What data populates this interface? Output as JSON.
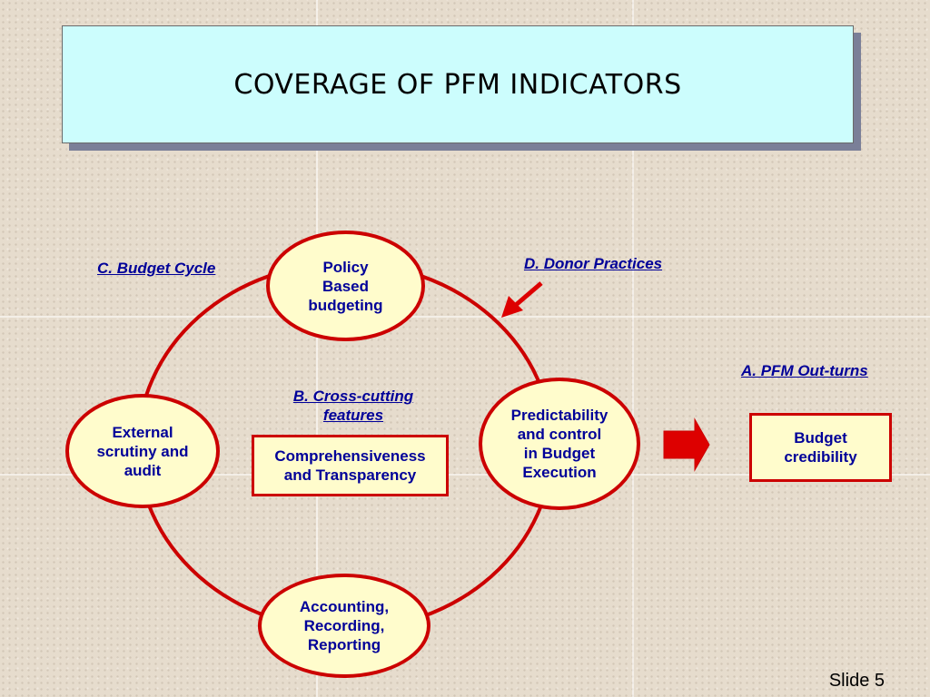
{
  "title": "COVERAGE OF PFM INDICATORS",
  "labels": {
    "budget_cycle": "C. Budget Cycle",
    "donor_practices": "D. Donor Practices",
    "pfm_outturns": "A. PFM Out-turns",
    "cross_cutting": "B. Cross-cutting\nfeatures"
  },
  "nodes": {
    "policy": "Policy\nBased\nbudgeting",
    "predictability": "Predictability\nand control\nin Budget\nExecution",
    "accounting": "Accounting,\nRecording,\nReporting",
    "external": "External\nscrutiny and\naudit"
  },
  "boxes": {
    "comprehensiveness": "Comprehensiveness\nand Transparency",
    "budget_credibility": "Budget\ncredibility"
  },
  "slide_number": "Slide 5",
  "colors": {
    "node_fill": "#fffccc",
    "node_border": "#cc0000",
    "text": "#000099",
    "title_fill": "#ccfdfd",
    "arrow": "#dd0000"
  }
}
